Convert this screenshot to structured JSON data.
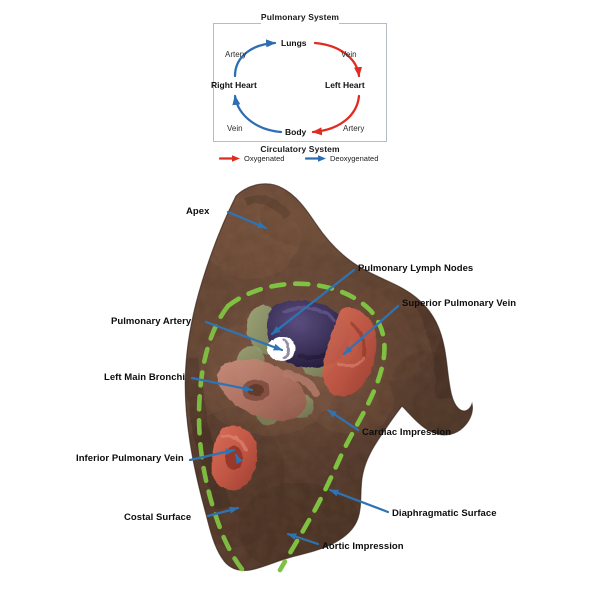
{
  "figure": {
    "type": "anatomical-specimen-annotated-photo",
    "subject": "Left lung medial (mediastinal) surface with hilum structures",
    "background_color": "#ffffff"
  },
  "circulatory_diagram": {
    "top_title": "Pulmonary System",
    "bottom_title": "Circulatory System",
    "nodes": [
      {
        "id": "lungs",
        "label": "Lungs"
      },
      {
        "id": "right-heart",
        "label": "Right Heart"
      },
      {
        "id": "left-heart",
        "label": "Left Heart"
      },
      {
        "id": "body",
        "label": "Body"
      }
    ],
    "edges": [
      {
        "id": "artery-top",
        "label": "Artery",
        "from": "Right Heart",
        "to": "Lungs",
        "color": "#2E6DB4",
        "blood": "Deoxygenated"
      },
      {
        "id": "vein-top",
        "label": "Vein",
        "from": "Lungs",
        "to": "Left Heart",
        "color": "#E02B20",
        "blood": "Oxygenated"
      },
      {
        "id": "artery-bottom",
        "label": "Artery",
        "from": "Left Heart",
        "to": "Body",
        "color": "#E02B20",
        "blood": "Oxygenated"
      },
      {
        "id": "vein-bottom",
        "label": "Vein",
        "from": "Body",
        "to": "Right Heart",
        "color": "#2E6DB4",
        "blood": "Deoxygenated"
      }
    ],
    "legend": [
      {
        "label": "Oxygenated",
        "color": "#E02B20"
      },
      {
        "label": "Deoxygenated",
        "color": "#2E6DB4"
      }
    ]
  },
  "lung_labels": {
    "apex": "Apex",
    "pulmonary_lymph_nodes": "Pulmonary Lymph Nodes",
    "superior_pulmonary_vein": "Superior Pulmonary Vein",
    "pulmonary_artery": "Pulmonary Artery",
    "left_main_bronchi": "Left Main Bronchi",
    "inferior_pulmonary_vein": "Inferior Pulmonary Vein",
    "costal_surface": "Costal Surface",
    "cardiac_impression": "Cardiac Impression",
    "diaphragmatic_surface": "Diaphragmatic Surface",
    "aortic_impression": "Aortic Impression"
  },
  "colors": {
    "leader_line": "#2E74B5",
    "hilum_dashed_outline": "#7FC241",
    "oxygenated": "#E02B20",
    "deoxygenated": "#2E6DB4",
    "lung_tissue_dark": "#4b3227",
    "lung_tissue_mid": "#6d4c38",
    "lung_tissue_light": "#8a6249",
    "pulmonary_artery_structure": "#3e3560",
    "pulmonary_vein_structure": "#c4614c",
    "lymph_node_structure": "#8e9c6a",
    "bronchi_structure": "#b9786a",
    "text": "#0d0d0d",
    "bracket": "#b6bcc4"
  }
}
